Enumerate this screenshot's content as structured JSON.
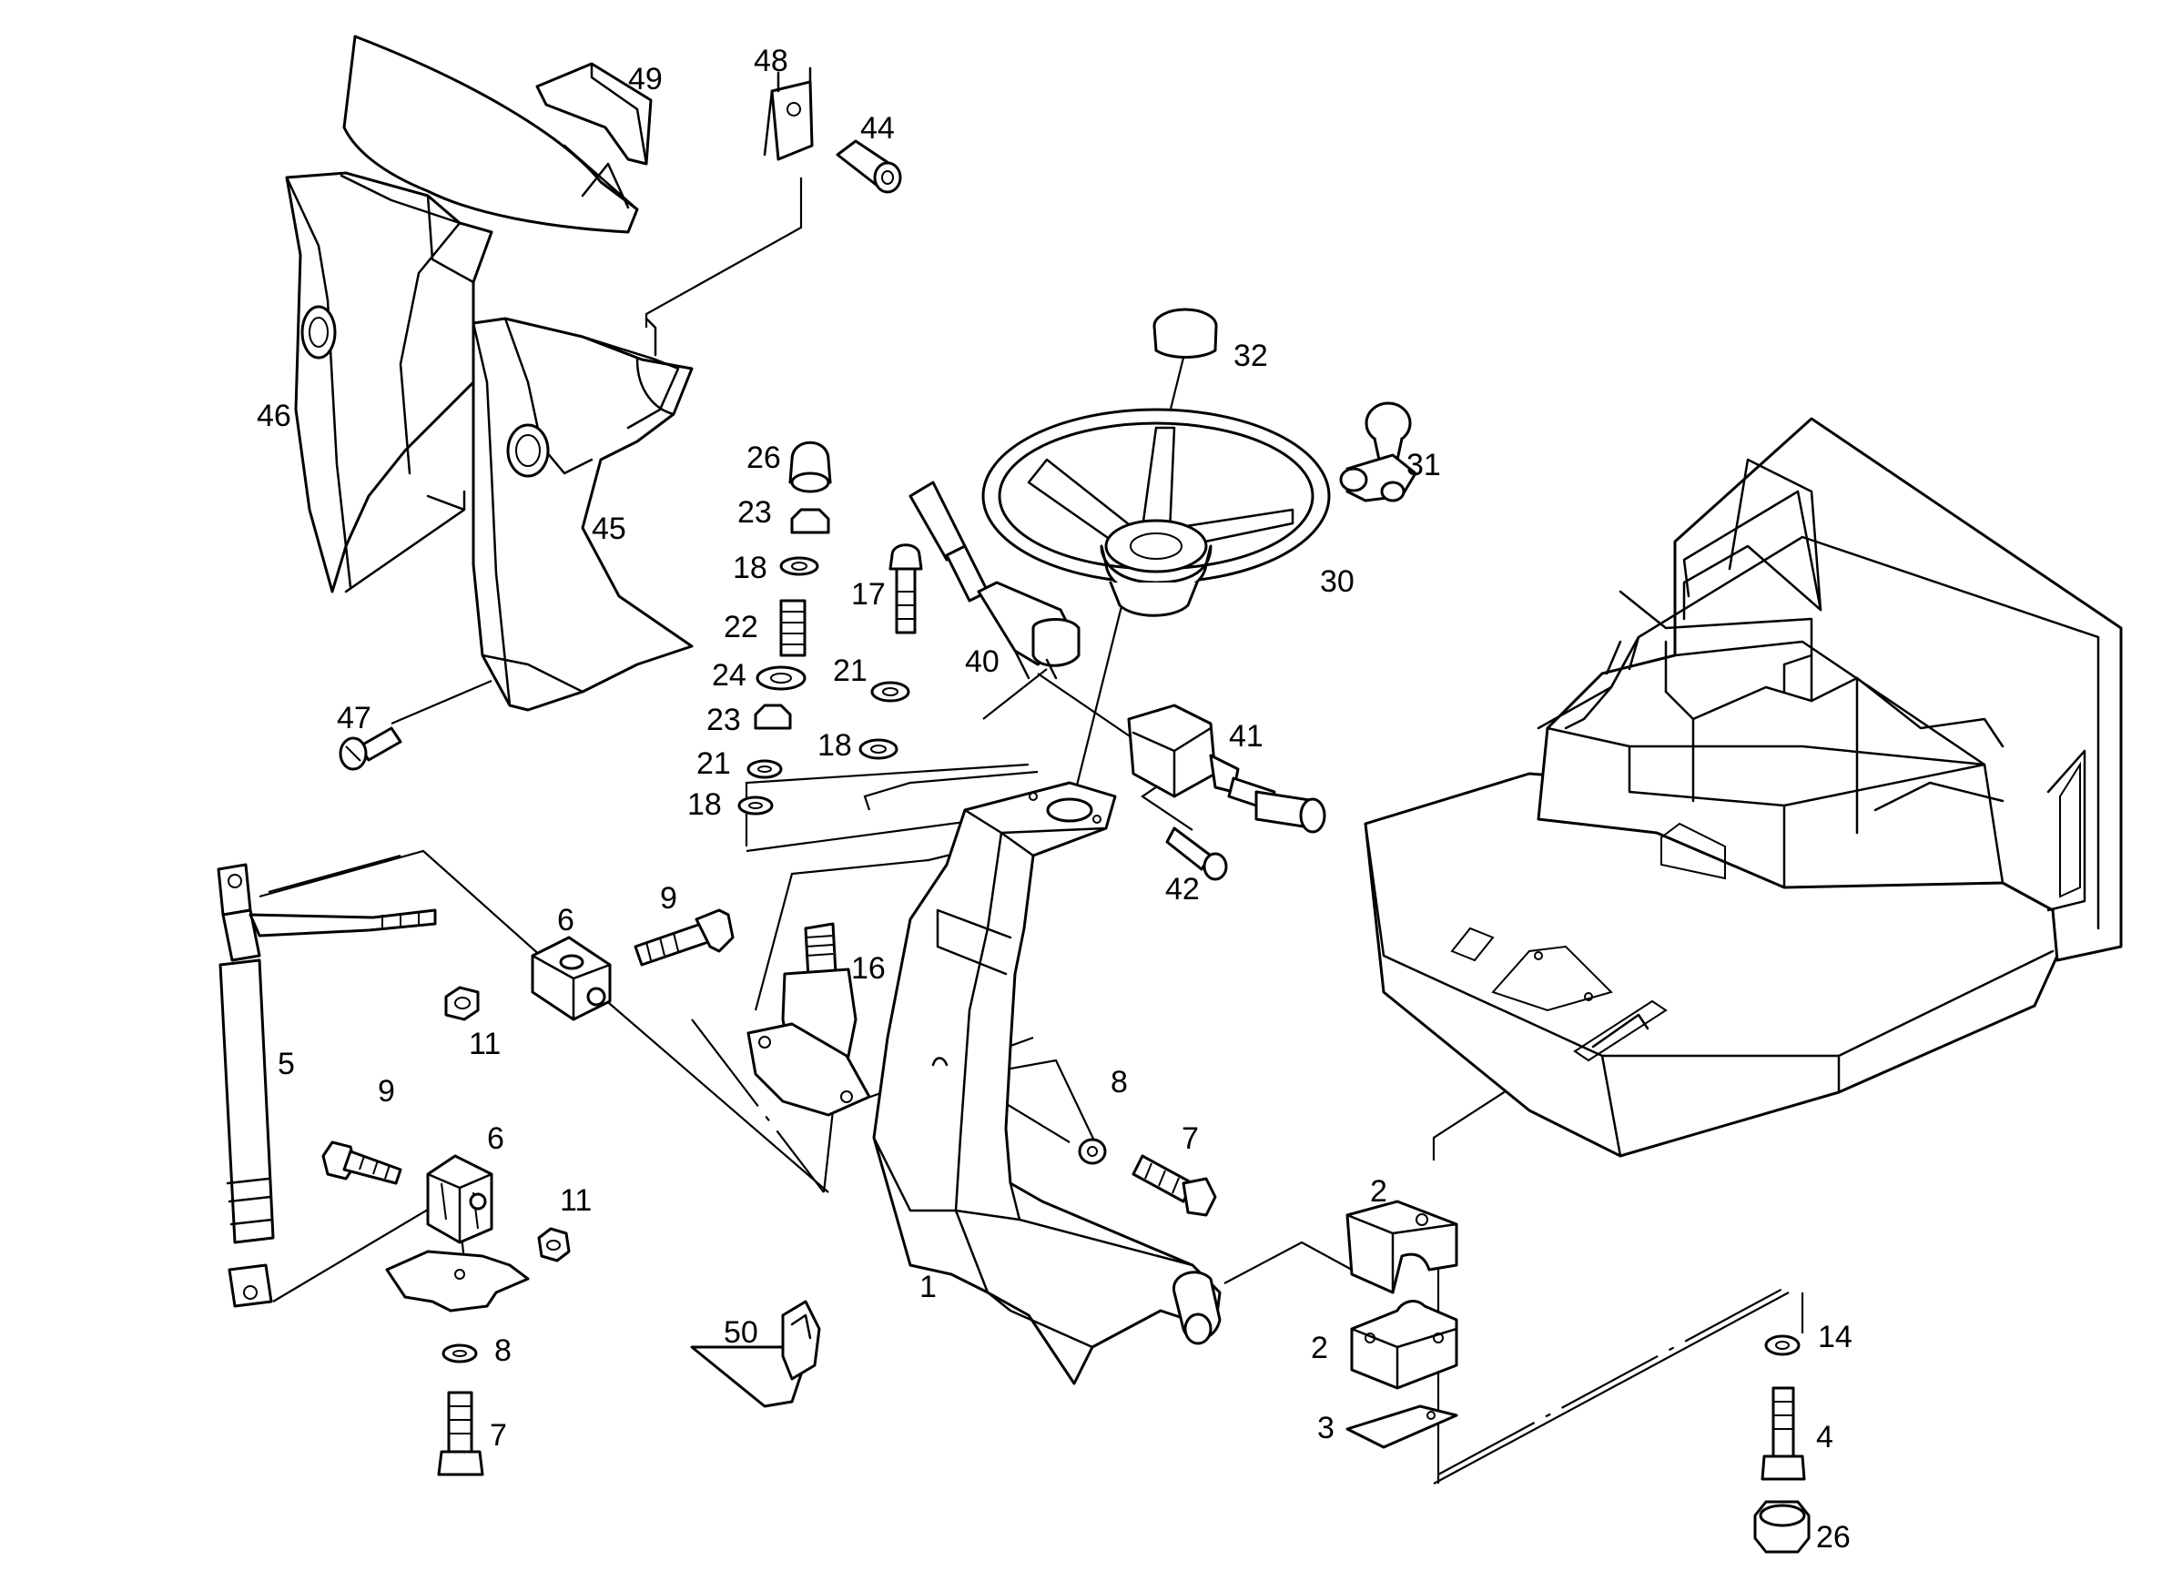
{
  "diagram": {
    "colors": {
      "stroke": "#000000",
      "background": "#ffffff",
      "fill": "#ffffff"
    },
    "callouts": [
      {
        "id": "c49",
        "label": "49"
      },
      {
        "id": "c48",
        "label": "48"
      },
      {
        "id": "c44",
        "label": "44"
      },
      {
        "id": "c46",
        "label": "46"
      },
      {
        "id": "c45",
        "label": "45"
      },
      {
        "id": "c47",
        "label": "47"
      },
      {
        "id": "c32",
        "label": "32"
      },
      {
        "id": "c31",
        "label": "31"
      },
      {
        "id": "c30",
        "label": "30"
      },
      {
        "id": "c26a",
        "label": "26"
      },
      {
        "id": "c23a",
        "label": "23"
      },
      {
        "id": "c18a",
        "label": "18"
      },
      {
        "id": "c22",
        "label": "22"
      },
      {
        "id": "c24",
        "label": "24"
      },
      {
        "id": "c23b",
        "label": "23"
      },
      {
        "id": "c21a",
        "label": "21"
      },
      {
        "id": "c18b",
        "label": "18"
      },
      {
        "id": "c17",
        "label": "17"
      },
      {
        "id": "c21b",
        "label": "21"
      },
      {
        "id": "c18c",
        "label": "18"
      },
      {
        "id": "c40",
        "label": "40"
      },
      {
        "id": "c41",
        "label": "41"
      },
      {
        "id": "c42",
        "label": "42"
      },
      {
        "id": "c6a",
        "label": "6"
      },
      {
        "id": "c9a",
        "label": "9"
      },
      {
        "id": "c11a",
        "label": "11"
      },
      {
        "id": "c16",
        "label": "16"
      },
      {
        "id": "c5",
        "label": "5"
      },
      {
        "id": "c9b",
        "label": "9"
      },
      {
        "id": "c6b",
        "label": "6"
      },
      {
        "id": "c11b",
        "label": "11"
      },
      {
        "id": "c8a",
        "label": "8"
      },
      {
        "id": "c7a",
        "label": "7"
      },
      {
        "id": "c8b",
        "label": "8"
      },
      {
        "id": "c7b",
        "label": "7"
      },
      {
        "id": "c1",
        "label": "1"
      },
      {
        "id": "c50",
        "label": "50"
      },
      {
        "id": "c2a",
        "label": "2"
      },
      {
        "id": "c2b",
        "label": "2"
      },
      {
        "id": "c3",
        "label": "3"
      },
      {
        "id": "c14",
        "label": "14"
      },
      {
        "id": "c4",
        "label": "4"
      },
      {
        "id": "c26b",
        "label": "26"
      }
    ]
  }
}
